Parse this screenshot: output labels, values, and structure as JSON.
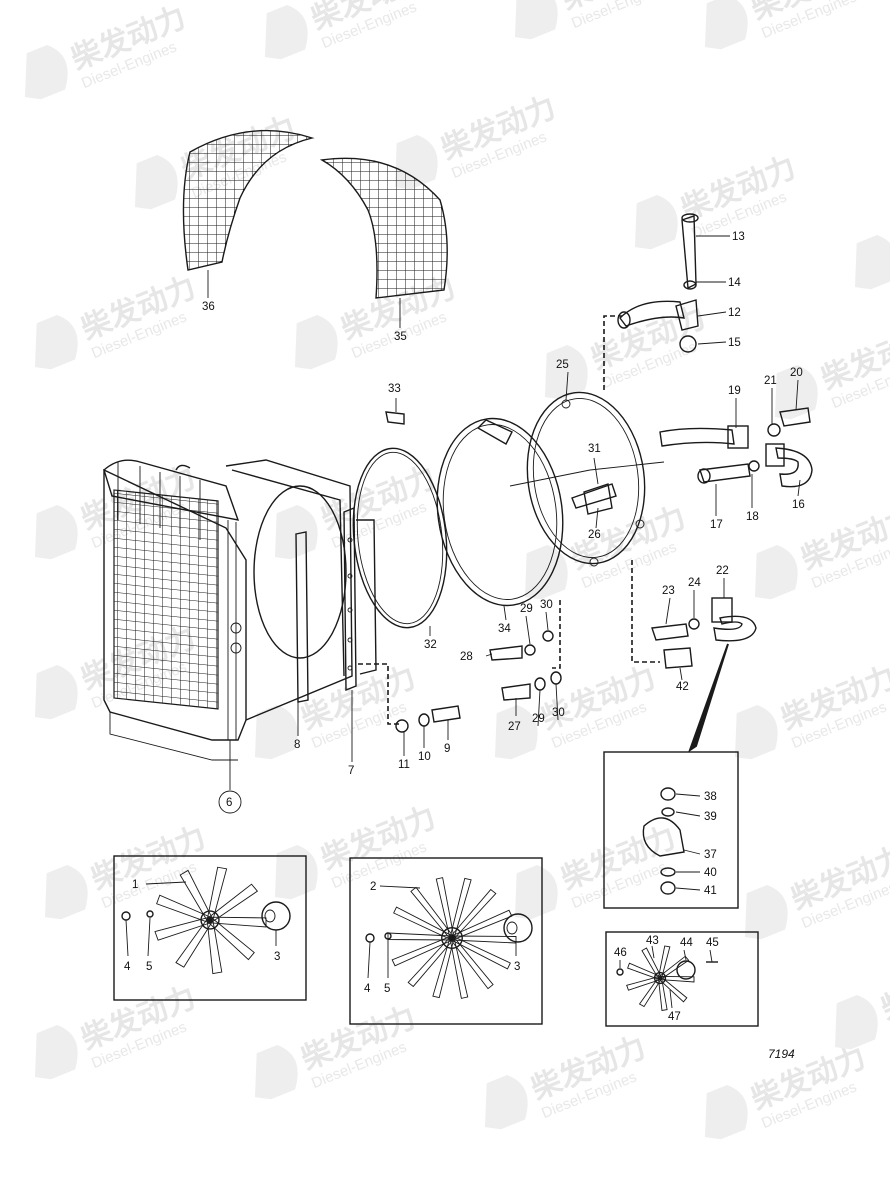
{
  "watermark": {
    "brand_cn": "柴发动力",
    "brand_en": "Diesel-Engines"
  },
  "drawing_number": "7194",
  "callouts": [
    {
      "id": "c1",
      "label": "1"
    },
    {
      "id": "c2",
      "label": "2"
    },
    {
      "id": "c3a",
      "label": "3"
    },
    {
      "id": "c3b",
      "label": "3"
    },
    {
      "id": "c4a",
      "label": "4"
    },
    {
      "id": "c4b",
      "label": "4"
    },
    {
      "id": "c5a",
      "label": "5"
    },
    {
      "id": "c5b",
      "label": "5"
    },
    {
      "id": "c6",
      "label": "6"
    },
    {
      "id": "c7",
      "label": "7"
    },
    {
      "id": "c8",
      "label": "8"
    },
    {
      "id": "c9",
      "label": "9"
    },
    {
      "id": "c10",
      "label": "10"
    },
    {
      "id": "c11",
      "label": "11"
    },
    {
      "id": "c12",
      "label": "12"
    },
    {
      "id": "c13",
      "label": "13"
    },
    {
      "id": "c14",
      "label": "14"
    },
    {
      "id": "c15",
      "label": "15"
    },
    {
      "id": "c16",
      "label": "16"
    },
    {
      "id": "c17",
      "label": "17"
    },
    {
      "id": "c18",
      "label": "18"
    },
    {
      "id": "c19",
      "label": "19"
    },
    {
      "id": "c20",
      "label": "20"
    },
    {
      "id": "c21",
      "label": "21"
    },
    {
      "id": "c22",
      "label": "22"
    },
    {
      "id": "c23",
      "label": "23"
    },
    {
      "id": "c24",
      "label": "24"
    },
    {
      "id": "c25",
      "label": "25"
    },
    {
      "id": "c26",
      "label": "26"
    },
    {
      "id": "c27",
      "label": "27"
    },
    {
      "id": "c28",
      "label": "28"
    },
    {
      "id": "c29a",
      "label": "29"
    },
    {
      "id": "c29b",
      "label": "29"
    },
    {
      "id": "c30a",
      "label": "30"
    },
    {
      "id": "c30b",
      "label": "30"
    },
    {
      "id": "c31",
      "label": "31"
    },
    {
      "id": "c32",
      "label": "32"
    },
    {
      "id": "c33",
      "label": "33"
    },
    {
      "id": "c34",
      "label": "34"
    },
    {
      "id": "c35",
      "label": "35"
    },
    {
      "id": "c36",
      "label": "36"
    },
    {
      "id": "c37",
      "label": "37"
    },
    {
      "id": "c38",
      "label": "38"
    },
    {
      "id": "c39",
      "label": "39"
    },
    {
      "id": "c40",
      "label": "40"
    },
    {
      "id": "c41",
      "label": "41"
    },
    {
      "id": "c42",
      "label": "42"
    },
    {
      "id": "c43",
      "label": "43"
    },
    {
      "id": "c44",
      "label": "44"
    },
    {
      "id": "c45",
      "label": "45"
    },
    {
      "id": "c46",
      "label": "46"
    },
    {
      "id": "c47",
      "label": "47"
    }
  ]
}
